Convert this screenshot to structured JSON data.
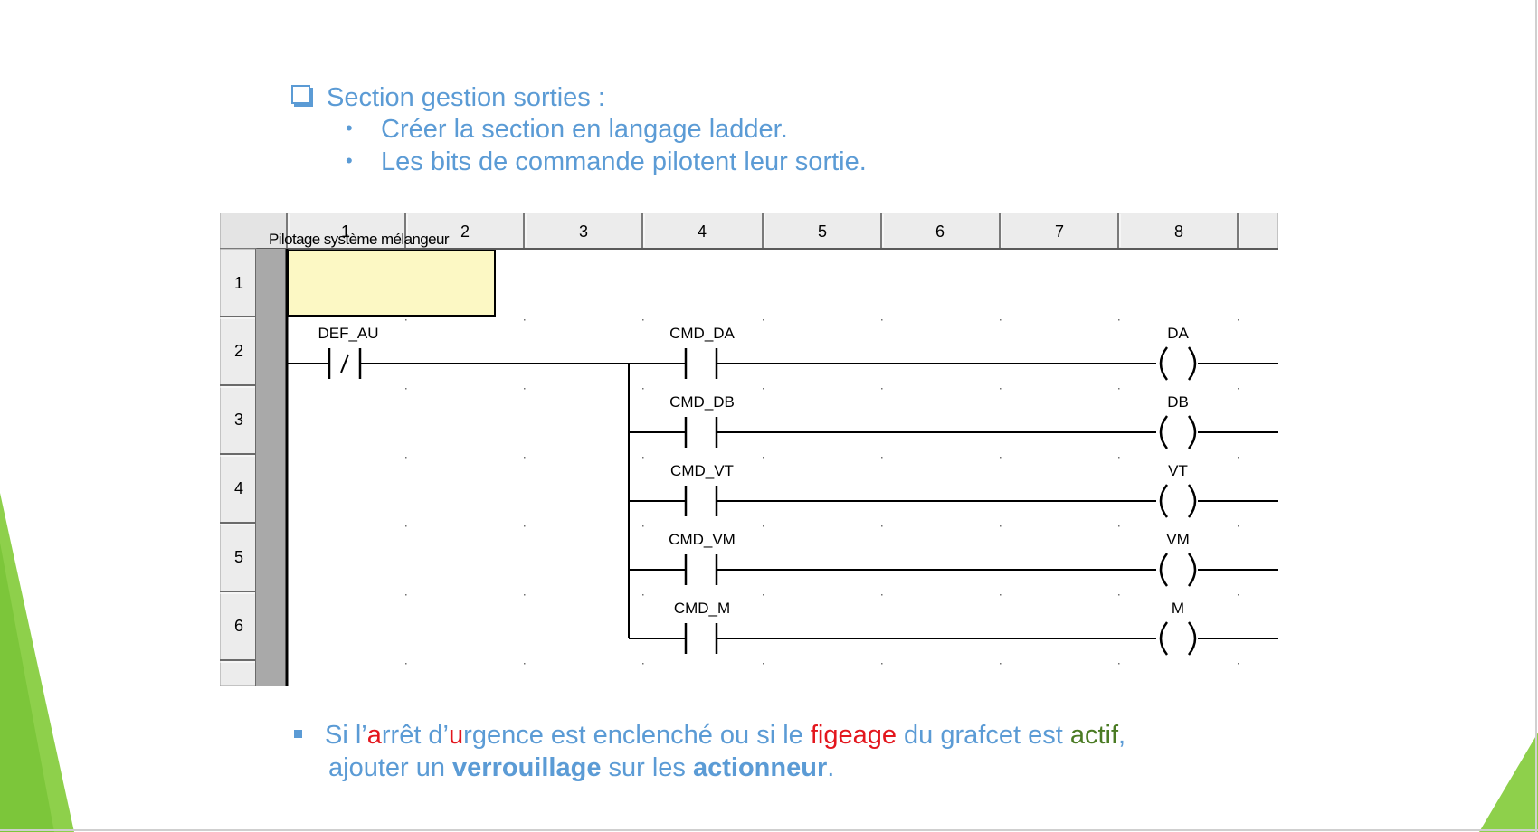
{
  "slide": {
    "heading": "Section gestion sorties :",
    "bullets": [
      "Créer la section en langage ladder.",
      "Les bits de commande pilotent leur sortie."
    ]
  },
  "ladder": {
    "columns": [
      "1",
      "2",
      "3",
      "4",
      "5",
      "6",
      "7",
      "8"
    ],
    "rows": [
      "1",
      "2",
      "3",
      "4",
      "5",
      "6"
    ],
    "comment": "Pilotage système mélangeur",
    "main_contact": "DEF_AU",
    "rungs": [
      {
        "contact": "CMD_DA",
        "coil": "DA"
      },
      {
        "contact": "CMD_DB",
        "coil": "DB"
      },
      {
        "contact": "CMD_VT",
        "coil": "VT"
      },
      {
        "contact": "CMD_VM",
        "coil": "VM"
      },
      {
        "contact": "CMD_M",
        "coil": "M"
      }
    ]
  },
  "footer": {
    "line1": [
      "Si l’",
      "a",
      "rrêt d’",
      "u",
      "rgence est enclenché ou si le ",
      "figeage",
      " du grafcet est ",
      "actif",
      ","
    ],
    "line2": [
      "ajouter un ",
      "verrouillage",
      " sur les ",
      "actionneur",
      "."
    ]
  },
  "colors": {
    "text_blue": "#5b9bd5",
    "highlight_red": "#e3161d",
    "highlight_green": "#4a7b23",
    "deco_green": "#8ed04b",
    "comment_fill": "#fcf8c4"
  }
}
